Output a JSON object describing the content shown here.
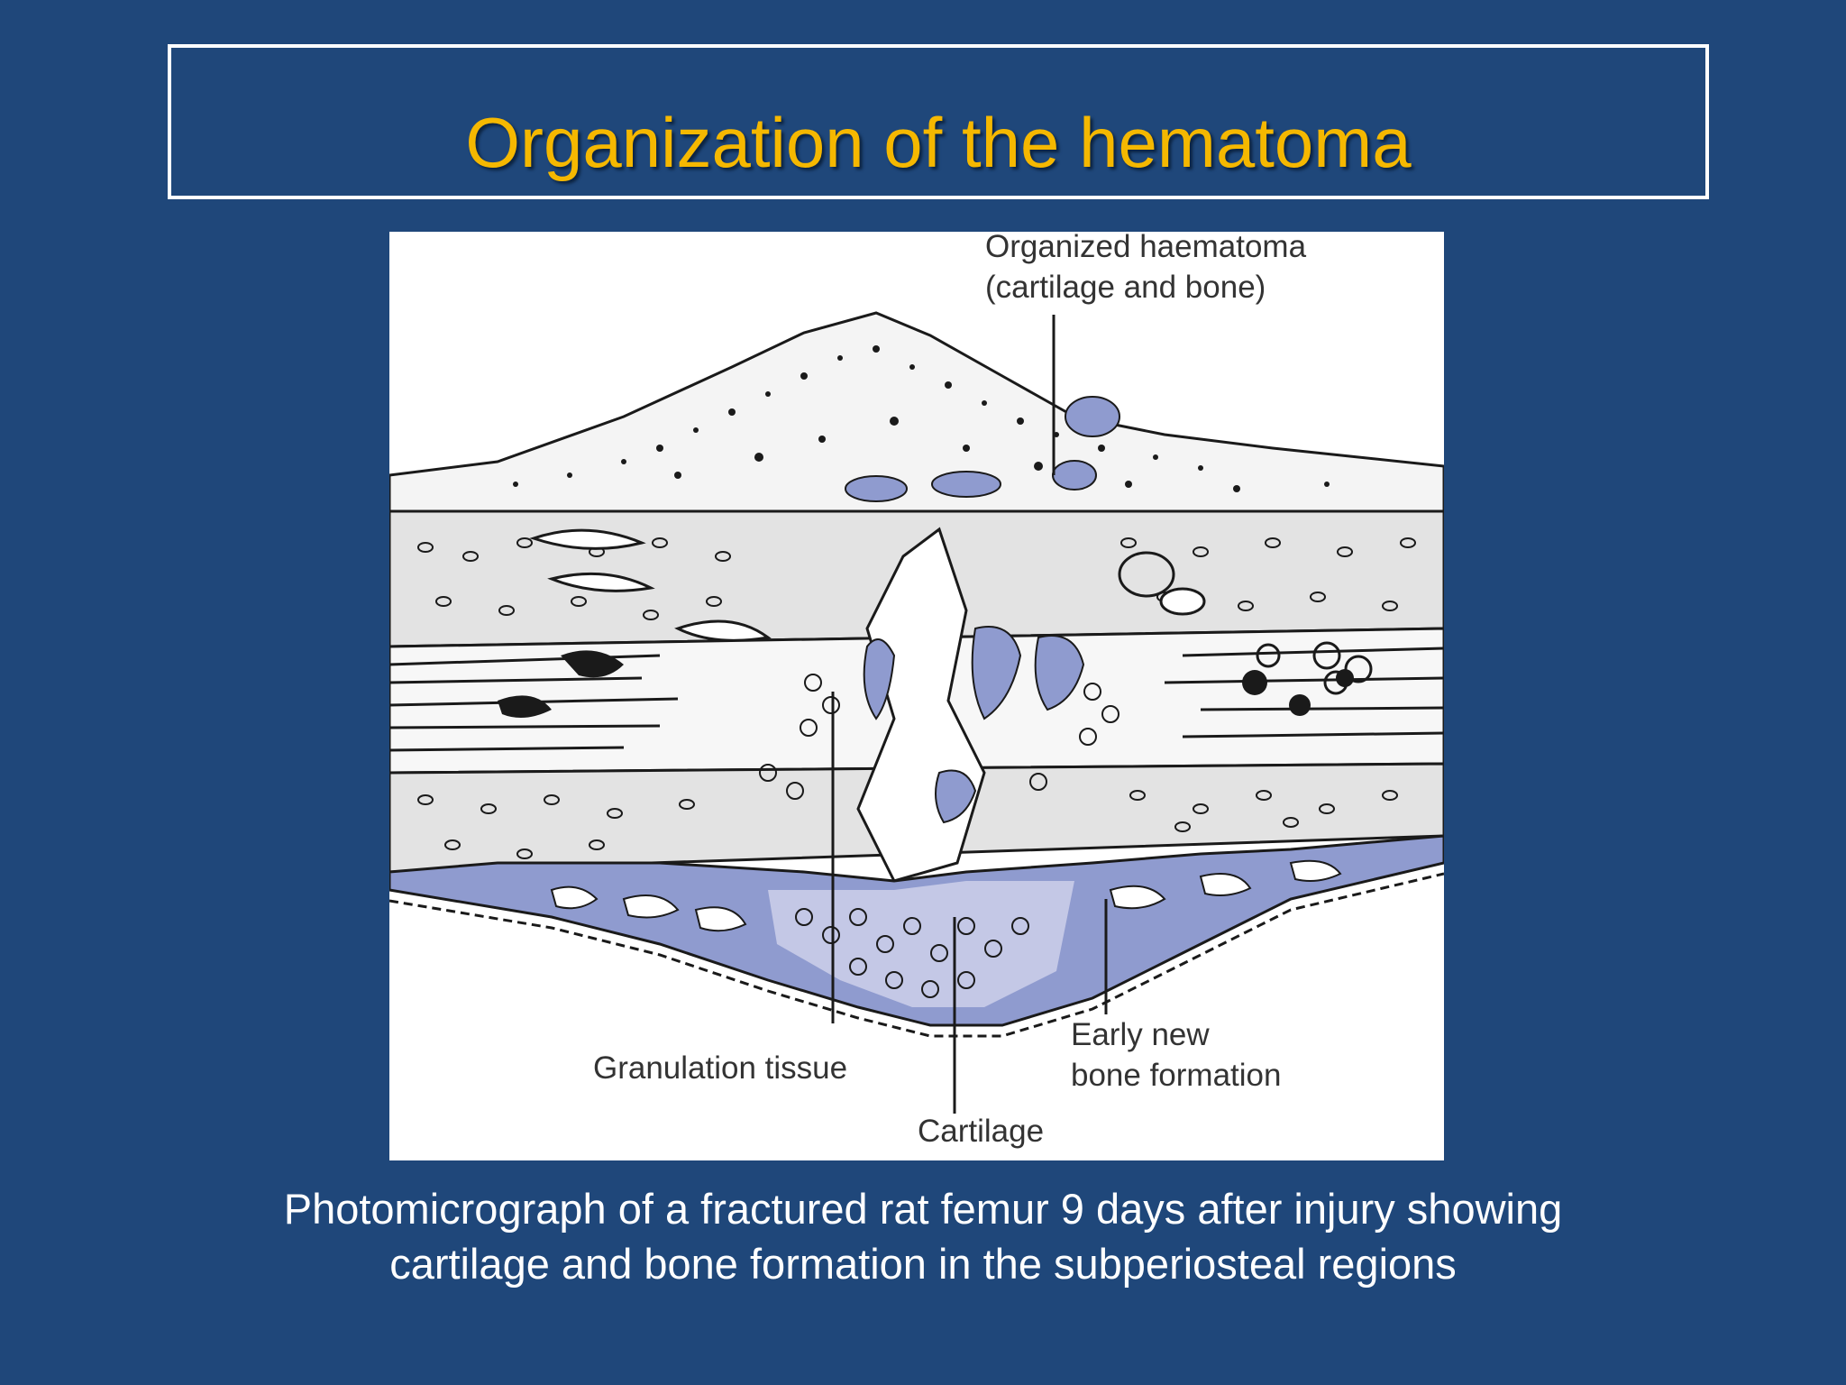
{
  "slide": {
    "title": "Organization of the hematoma",
    "caption": {
      "line1": "Photomicrograph of a fractured rat femur 9 days after injury showing",
      "line2": "cartilage and bone formation in the subperiosteal regions"
    }
  },
  "figure": {
    "labels": {
      "organized_haematoma_line1": "Organized haematoma",
      "organized_haematoma_line2": "(cartilage and bone)",
      "granulation_tissue": "Granulation tissue",
      "early_new_bone_line1": "Early new",
      "early_new_bone_line2": "bone formation",
      "cartilage": "Cartilage"
    },
    "colors": {
      "background": "#1f477a",
      "title": "#f5b800",
      "cortex": "#e3e3e3",
      "callus_blue": "#8f9bcf",
      "ink": "#1a1a1a"
    }
  }
}
